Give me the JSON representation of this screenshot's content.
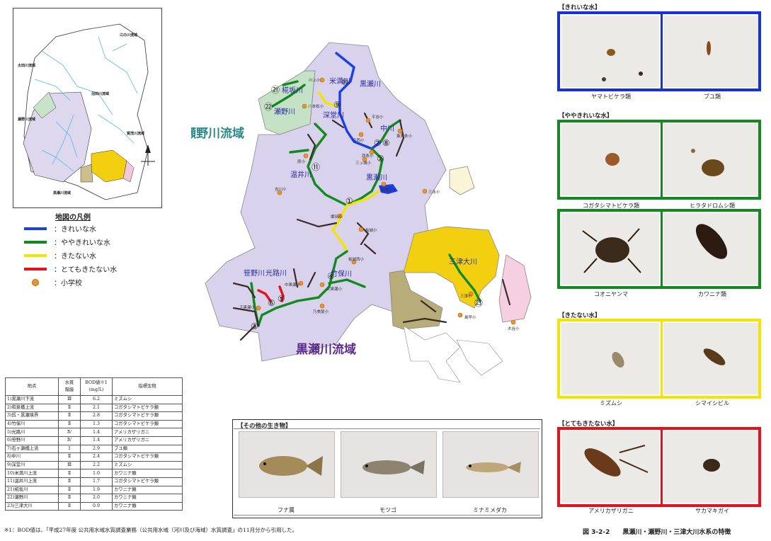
{
  "map": {
    "basin_west": "瀬野川流域",
    "basin_main": "黒瀬川流域",
    "rivers": {
      "r1": "①",
      "r2": "②",
      "r3": "③",
      "r4": "④",
      "r5": "⑤",
      "r6": "⑥",
      "r7": "⑦",
      "r8": "⑧",
      "r9": "⑨",
      "r10": "⑩",
      "r11": "⑪",
      "r21": "㉑",
      "r22": "㉒",
      "r23": "㉓"
    },
    "river_names": {
      "konmasu": "米満川",
      "kurose_up": "黒瀬川",
      "fukado": "深堂川",
      "nakagawa": "中川",
      "kurose_mid": "黒瀬川",
      "onsen": "温井川",
      "takeho": "竹保川",
      "sasa": "笹野川",
      "mitsuji": "光路川",
      "tsugaru": "椛坂川",
      "seno": "瀬野川",
      "mitsu": "三津大川"
    },
    "schools": [
      "川上小",
      "八本松小",
      "平谷小",
      "寺西小",
      "西条小",
      "東西条小",
      "三ッ城小",
      "原小",
      "吉川小",
      "御薗宇小",
      "三永小",
      "郷田小",
      "板城小",
      "板城西小",
      "中黒瀬小",
      "上黒瀬小",
      "乃美尾小",
      "下黒瀬小",
      "三津小",
      "風早小",
      "木谷小"
    ]
  },
  "inset": {
    "labels": [
      "江の川流域",
      "太田川流域",
      "瀬野川流域",
      "黒瀬川流域",
      "沼田川流域",
      "賀茂川流域"
    ]
  },
  "legend": {
    "title": "地図の凡例",
    "items": [
      {
        "label": "：きれいな水",
        "color": "#1a3ee8"
      },
      {
        "label": "：ややきれいな水",
        "color": "#138a1f"
      },
      {
        "label": "：きたない水",
        "color": "#f2e600"
      },
      {
        "label": "：とてもきたない水",
        "color": "#e8101a"
      },
      {
        "label": "：小学校",
        "color": "#e8952e"
      }
    ]
  },
  "table": {
    "headers": [
      "地点",
      "水質\n階級",
      "BOD値※1\n(mg/L)",
      "指標生物"
    ],
    "rows": [
      [
        "1)黒瀬川下流",
        "Ⅲ",
        "6.2",
        "ミズムシ"
      ],
      [
        "2)和泉橋上流",
        "Ⅱ",
        "2.1",
        "コガタシマトビケラ類"
      ],
      [
        "3)呉・黒瀬境界",
        "Ⅱ",
        "2.8",
        "コガタシマトビケラ類"
      ],
      [
        "4)竹保川",
        "Ⅱ",
        "1.3",
        "コガタシマトビケラ類"
      ],
      [
        "5)光路川",
        "Ⅳ",
        "1.4",
        "アメリカザリガニ"
      ],
      [
        "6)笹野川",
        "Ⅳ",
        "1.4",
        "アメリカザリガニ"
      ],
      [
        "7)石ヶ瀬橋上流",
        "Ⅰ",
        "2.9",
        "ブユ類"
      ],
      [
        "8)中川",
        "Ⅱ",
        "2.4",
        "コガタシマトビケラ類"
      ],
      [
        "9)深堂川",
        "Ⅲ",
        "2.2",
        "ミズムシ"
      ],
      [
        "10)米満川上流",
        "Ⅱ",
        "1.0",
        "カワニナ類"
      ],
      [
        "11)温井川上流",
        "Ⅱ",
        "1.7",
        "コガタシマトビケラ類"
      ],
      [
        "21)椛坂川",
        "Ⅱ",
        "1.9",
        "カワニナ類"
      ],
      [
        "22)瀬野川",
        "Ⅱ",
        "2.0",
        "カワニナ類"
      ],
      [
        "23)三津大川",
        "Ⅱ",
        "0.9",
        "カワニナ類"
      ]
    ]
  },
  "footnote": "※1：BOD値は、「平成27年度 公共用水域水質調査業務（公共用水域（河川及び海域）水質調査」の11月分から引用した。",
  "figure_caption": "図 3-2-2　　黒瀬川・瀬野川・三津大川水系の特徴",
  "sections": {
    "clean": {
      "title": "【きれいな水】",
      "color": "#1630e0",
      "captions": [
        "ヤマトビケラ類",
        "ブユ類"
      ]
    },
    "fair": {
      "title": "【ややきれいな水】",
      "color": "#138a1f",
      "captions": [
        "コガタシマトビケラ類",
        "ヒラタドロムシ類",
        "コオニヤンマ",
        "カワニナ類"
      ]
    },
    "dirty": {
      "title": "【きたない水】",
      "color": "#f2e600",
      "captions": [
        "ミズムシ",
        "シマイシビル"
      ]
    },
    "very_dirty": {
      "title": "【とてもきたない水】",
      "color": "#e8101a",
      "captions": [
        "アメリカザリガニ",
        "サカマキガイ"
      ]
    }
  },
  "other": {
    "title": "【その他の生き物】",
    "captions": [
      "フナ属",
      "モツゴ",
      "ミナミメダカ"
    ]
  }
}
